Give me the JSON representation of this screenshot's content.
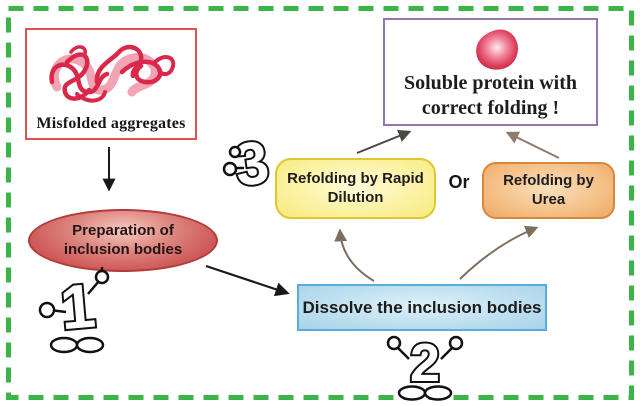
{
  "diagram": {
    "nodes": {
      "misfolded": {
        "label": "Misfolded aggregates"
      },
      "preparation": {
        "line1": "Preparation of",
        "line2": "inclusion bodies"
      },
      "dissolve": {
        "label": "Dissolve the inclusion bodies"
      },
      "rapid_dilution": {
        "line1": "Refolding by Rapid",
        "line2": "Dilution"
      },
      "urea": {
        "line1": "Refolding by",
        "line2": "Urea"
      },
      "soluble": {
        "line1": "Soluble protein with",
        "line2": "correct folding !"
      }
    },
    "connector_labels": {
      "or": "Or"
    },
    "steps": [
      {
        "number": "1"
      },
      {
        "number": "2"
      },
      {
        "number": "3"
      }
    ],
    "icons": {
      "misfolded_aggregates": "red-ribbon-tangle-drawing",
      "soluble_protein": "red-blob-drawing",
      "step_numbers": "cartoon-numerals-with-hands-and-feet"
    },
    "colors": {
      "outer_dashed_border": "#3cb44a",
      "misfolded_box_border": "#e05252",
      "aggregate_red": "#d8294a",
      "preparation_fill": "#cc5252",
      "preparation_border": "#b23c3c",
      "dissolve_fill": "#a7d3e9",
      "dissolve_border": "#58aed8",
      "dilution_fill": "#f8e97e",
      "dilution_border": "#ddc832",
      "urea_fill": "#efa866",
      "urea_border": "#d8883e",
      "soluble_border": "#9477ad",
      "black_arrow": "#1a1a1a",
      "dark_gray_arrow": "#4a4a42",
      "brown_arrow": "#8c7b6e",
      "tan_curve_arrow": "#7d6e60"
    }
  }
}
